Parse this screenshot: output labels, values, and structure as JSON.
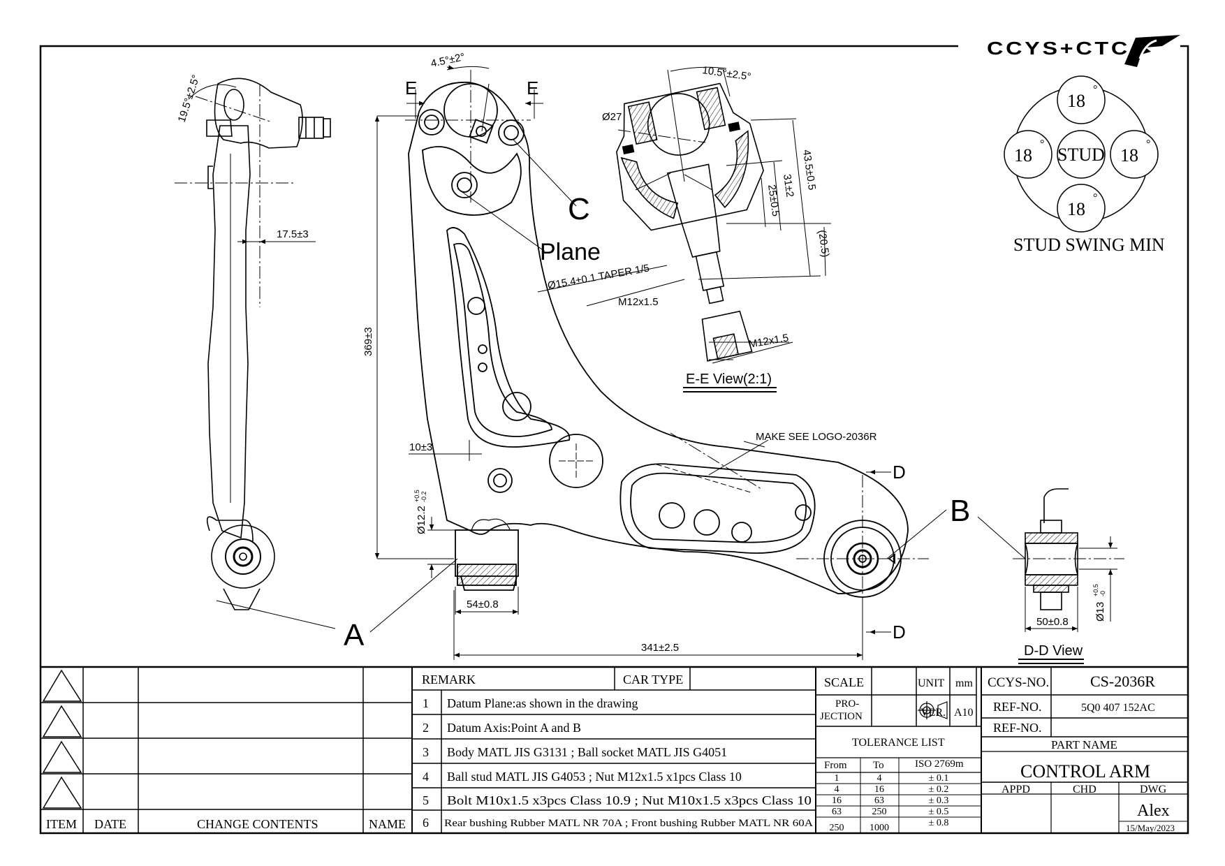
{
  "logo": {
    "text": "CCYS+CTC"
  },
  "stud_swing": {
    "center": "STUD",
    "values": [
      "18",
      "18",
      "18",
      "18"
    ],
    "unit": "°",
    "caption": "STUD SWING MIN"
  },
  "labels": {
    "point_a": "A",
    "point_b": "B",
    "point_c": "C",
    "plane": "Plane",
    "section_e_left": "E",
    "section_e_right": "E",
    "section_d_top": "D",
    "section_d_bottom": "D",
    "logo_note": "MAKE SEE LOGO-2036R",
    "ee_view": "E-E View(2:1)",
    "dd_view": "D-D View"
  },
  "dimensions": {
    "side_angle": "19.5°±2.5°",
    "side_offset": "17.5±3",
    "top_angle": "4.5°±2°",
    "height": "369±3",
    "offset_10": "10±3",
    "front_bushing_dia": "Ø12.2",
    "front_bushing_tol_plus": "+0.5",
    "front_bushing_tol_minus": "-0.2",
    "front_bushing_width": "54±0.8",
    "overall_length": "341±2.5",
    "ee_angle": "10.5°±2.5°",
    "ball_dia": "Ø27",
    "taper": "Ø15.4±0.1 TAPER 1/5",
    "thread_1": "M12x1.5",
    "thread_2": "M12x1.5",
    "dim_43": "43.5±0.5",
    "dim_31": "31±2",
    "dim_25": "25±0.5",
    "dim_20": "(20.5)",
    "dd_width": "50±0.8",
    "dd_dia": "Ø13",
    "dd_tol_plus": "+0.5",
    "dd_tol_minus": "-0"
  },
  "revision_block": {
    "headers": {
      "item": "ITEM",
      "date": "DATE",
      "change": "CHANGE CONTENTS",
      "name": "NAME"
    }
  },
  "remarks": {
    "title": "REMARK",
    "car_type_label": "CAR TYPE",
    "car_type_value": "",
    "items": [
      {
        "no": "1",
        "text": "Datum Plane:as shown in the drawing"
      },
      {
        "no": "2",
        "text": "Datum Axis:Point A and B"
      },
      {
        "no": "3",
        "text": "Body MATL JIS G3131 ; Ball socket MATL JIS G4051"
      },
      {
        "no": "4",
        "text": "Ball stud MATL JIS G4053 ; Nut M12x1.5 x1pcs Class 10"
      },
      {
        "no": "5",
        "text": "Bolt M10x1.5 x3pcs Class 10.9 ; Nut M10x1.5 x3pcs Class 10"
      },
      {
        "no": "6",
        "text": "Rear bushing Rubber MATL NR 70A ; Front bushing Rubber MATL NR 60A"
      }
    ]
  },
  "scale_block": {
    "scale_label": "SCALE",
    "scale_value": "",
    "unit_label": "UNIT",
    "unit_value": "mm",
    "projection_label_1": "PRO-",
    "projection_label_2": "JECTION",
    "ver_label": "VER.",
    "ver_value": "A10"
  },
  "tolerance": {
    "title": "TOLERANCE LIST",
    "headers": [
      "From",
      "To",
      "ISO 2769m"
    ],
    "rows": [
      [
        "1",
        "4",
        "± 0.1"
      ],
      [
        "4",
        "16",
        "± 0.2"
      ],
      [
        "16",
        "63",
        "± 0.3"
      ],
      [
        "63",
        "250",
        "± 0.5"
      ],
      [
        "250",
        "1000",
        "± 0.8"
      ]
    ]
  },
  "title_block": {
    "ccys_no_label": "CCYS-NO.",
    "ccys_no": "CS-2036R",
    "ref_no_label_1": "REF-NO.",
    "ref_no_1": "5Q0 407 152AC",
    "ref_no_label_2": "REF-NO.",
    "ref_no_2": "",
    "part_name_label": "PART NAME",
    "part_name": "CONTROL ARM",
    "appd_label": "APPD",
    "chd_label": "CHD",
    "dwg_label": "DWG",
    "appd": "",
    "chd": "",
    "drawn_by": "Alex",
    "date": "15/May/2023"
  }
}
